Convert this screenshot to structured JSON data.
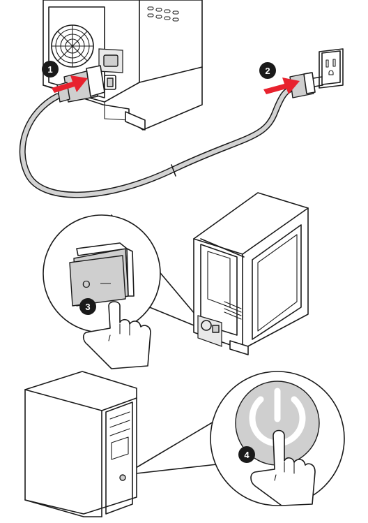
{
  "steps": [
    {
      "number": "1"
    },
    {
      "number": "2"
    },
    {
      "number": "3"
    },
    {
      "number": "4"
    }
  ],
  "switch_marks": {
    "off": "O",
    "on": "—"
  },
  "colors": {
    "arrow": "#e8222e",
    "outline": "#1a1a1a",
    "cable": "#d3d3d3",
    "power_button": "#c9c9c9"
  }
}
